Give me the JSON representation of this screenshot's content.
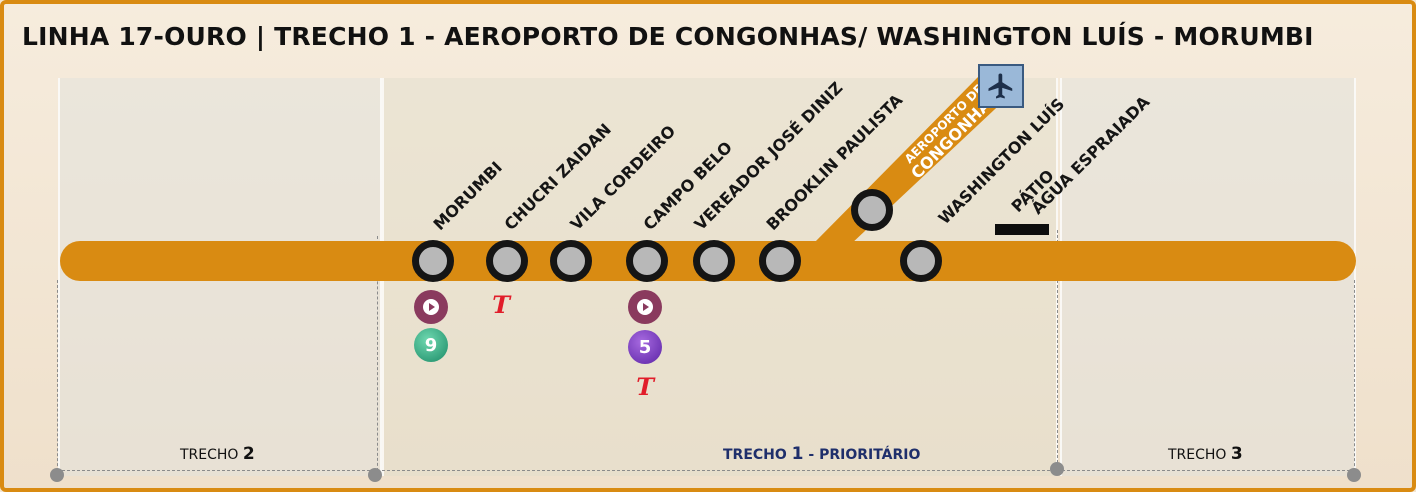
{
  "title": "LINHA 17-OURO | TRECHO 1 - AEROPORTO DE CONGONHAS/ WASHINGTON LUÍS - MORUMBI",
  "sections": {
    "left": {
      "prefix": "TRECHO",
      "number": "2"
    },
    "middle": {
      "prefix": "TRECHO",
      "number": "1",
      "suffix": "- PRIORITÁRIO"
    },
    "right": {
      "prefix": "TRECHO",
      "number": "3"
    }
  },
  "stations": [
    {
      "name": "MORUMBI"
    },
    {
      "name": "CHUCRI ZAIDAN"
    },
    {
      "name": "VILA CORDEIRO"
    },
    {
      "name": "CAMPO BELO"
    },
    {
      "name": "VEREADOR JOSÉ DINIZ"
    },
    {
      "name": "BROOKLIN PAULISTA"
    },
    {
      "name": "WASHINGTON LUÍS"
    }
  ],
  "airport": {
    "line1": "AEROPORTO DE",
    "line2": "CONGONHAS",
    "icon": "airplane-icon"
  },
  "patio": {
    "line1": "PÁTIO",
    "line2": "ÁGUA ESPRAIADA"
  },
  "connections": {
    "morumbi": {
      "metro_line": "9",
      "bus": "bus-corridor-icon"
    },
    "chucri": {
      "tram": "T"
    },
    "campo_belo": {
      "metro_line": "5",
      "bus": "bus-corridor-icon",
      "tram": "T"
    }
  },
  "colors": {
    "line": "#d98b12",
    "station_fill": "#b8b8b8",
    "station_ring": "#151515",
    "metro9": "#1a8a66",
    "metro5": "#5b23a5",
    "bus": "#8a3a5e",
    "tram": "#e11d2a"
  }
}
